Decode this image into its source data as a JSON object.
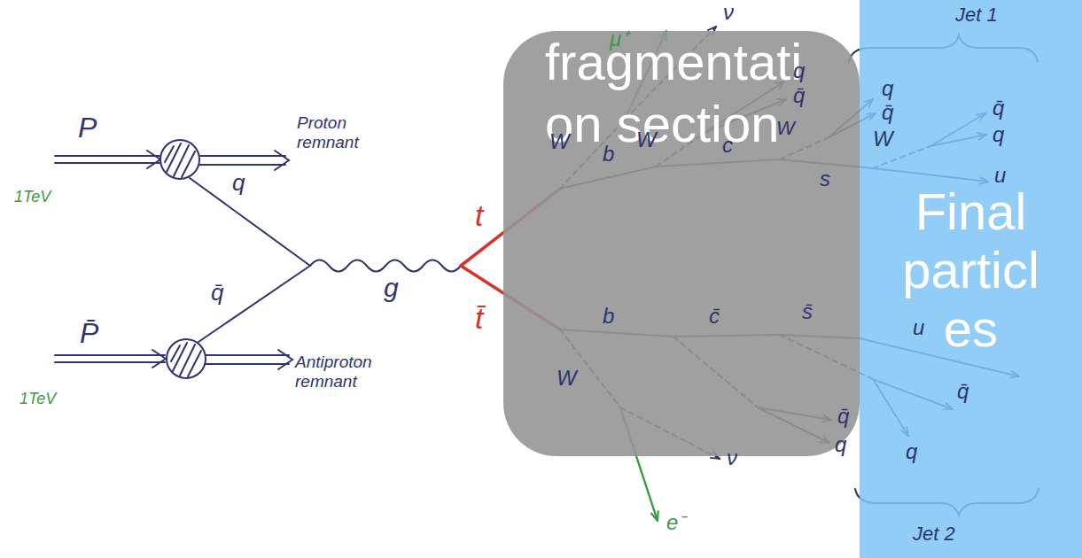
{
  "diagram": {
    "nodes": [
      {
        "text": [
          "fragmentation section"
        ]
      },
      {
        "text": [
          "Final particles"
        ]
      }
    ],
    "labels": [
      "P",
      "1TeV",
      "Proton remnant",
      "q",
      "P̄",
      "1TeV",
      "Antiproton remnant",
      "q̄",
      "g",
      "t",
      "t̄",
      "W",
      "b",
      "μ⁺",
      "ν",
      "W",
      "c",
      "q",
      "q̄",
      "W",
      "s",
      "q",
      "q̄",
      "W",
      "q̄",
      "q",
      "u",
      "Jet 1",
      "b",
      "c̄",
      "s̄",
      "W",
      "ν",
      "e⁻",
      "q̄",
      "q",
      "u",
      "q",
      "q̄",
      "Jet 2"
    ]
  }
}
